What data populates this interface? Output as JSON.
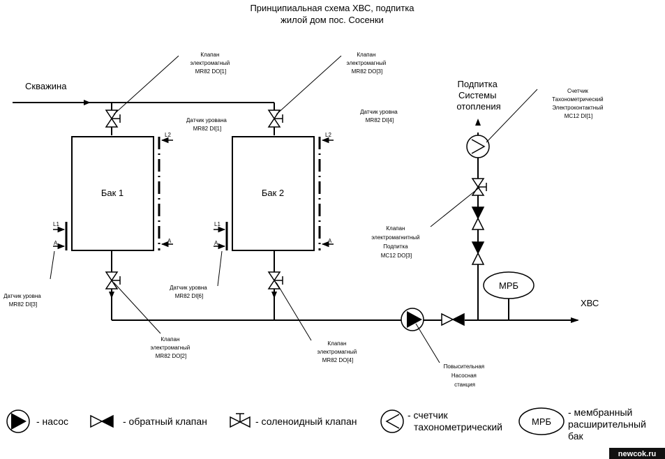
{
  "title": {
    "line1": "Принципиальная схема ХВС, подпитка",
    "line2": "жилой дом пос. Сосенки"
  },
  "source_label": "Скважина",
  "tanks": [
    {
      "label": "Бак 1"
    },
    {
      "label": "Бак 2"
    }
  ],
  "valves": {
    "v1": [
      "Клапан",
      "электромагный",
      "MR82 DO[1]"
    ],
    "v2": [
      "Клапан",
      "электромагный",
      "MR82 DO[2]"
    ],
    "v3": [
      "Клапан",
      "электромагный",
      "MR82 DO[3]"
    ],
    "v4": [
      "Клапан",
      "электромагный",
      "MR82 DO[4]"
    ],
    "v_feed": [
      "Клапан",
      "электромагнитный",
      "Подпитка",
      "MC12 DO[3]"
    ]
  },
  "sensors": {
    "s1": [
      "Датчик урована",
      "MR82 DI[1]"
    ],
    "s3": [
      "Датчик уровна",
      "MR82 DI[3]"
    ],
    "s4": [
      "Датчик уровна",
      "MR82 DI[4]"
    ],
    "s6": [
      "Датчик уровна",
      "MR82 DI[6]"
    ]
  },
  "level_marks": {
    "l1": "L1",
    "l2": "L2",
    "a": "A"
  },
  "feed_label": [
    "Подпитка",
    "Системы",
    "отопления"
  ],
  "meter_label": [
    "Счетчик",
    "Тахонометрический",
    "Электроконтактный",
    "MC12 DI[1]"
  ],
  "mrb_label": "МРБ",
  "hvs_label": "ХВС",
  "pump_label": [
    "Повысительная",
    "Насосная",
    "станция"
  ],
  "legend": {
    "pump": "- насос",
    "check_valve": "- обратный клапан",
    "solenoid": "- соленоидный клапан",
    "meter": [
      "- счетчик",
      "тахонометрический"
    ],
    "mrb": "МРБ",
    "mrb_text": [
      "- мембранный",
      "расширительный",
      "бак"
    ]
  },
  "watermark": "newcok.ru"
}
